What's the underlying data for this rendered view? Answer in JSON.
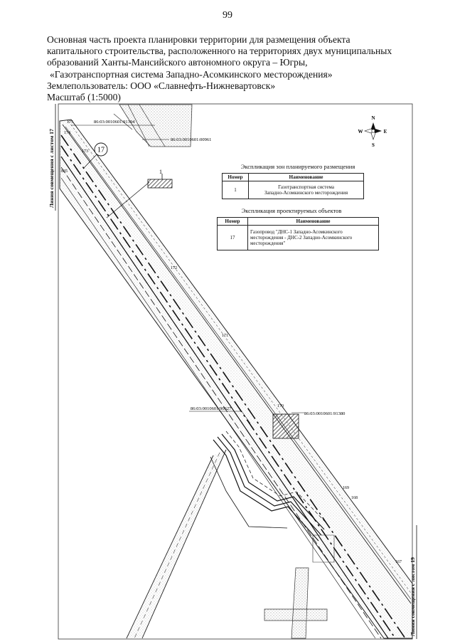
{
  "page_number": "99",
  "heading": {
    "line1": "Основная часть проекта планировки территории для размещения объекта",
    "line2": "капитального строительства, расположенного на территориях двух муниципальных",
    "line3": "образований Ханты-Мансийского автономного округа – Югры,",
    "line4": "«Газотранспортная система Западно-Асомкинского месторождения»",
    "land_user": "Землепользователь: ООО «Славнефть-Нижневартовск»",
    "scale": "Масштаб (1:5000)"
  },
  "compass": {
    "n": "N",
    "s": "S",
    "w": "W",
    "e": "E"
  },
  "zones_table": {
    "caption": "Экспликация зон планируемого размещения",
    "col_number": "Номер",
    "col_name": "Наименование",
    "rows": [
      {
        "number": "1",
        "name_line1": "Газотранспортная система",
        "name_line2": "Западно-Асомкинского месторождения"
      }
    ]
  },
  "objects_table": {
    "caption": "Экспликация проектируемых объектов",
    "col_number": "Номер",
    "col_name": "Наименование",
    "rows": [
      {
        "number": "17",
        "name_line1": "Газопровод \"ДНС-1 Западно-Асомкинского",
        "name_line2": "месторождения - ДНС-2 Западно-Асомкинского",
        "name_line3": "месторождения\""
      }
    ]
  },
  "side_labels": {
    "left": "Линия совмещения с листом 17",
    "right": "Линия совмещения с листом 19"
  },
  "cadastral_numbers": {
    "c1": "86:03:0010601:91394",
    "c2": "86:03:0010601:00961",
    "c3": "86:03:0010601:90627",
    "c4": "86:03:0010601:91380"
  },
  "object_callout": "17",
  "zone_marker": "1",
  "point_labels": {
    "p175": "175",
    "p174": "174",
    "p173": "173",
    "p835": "835",
    "p172": "172",
    "p171": "171",
    "p170": "170",
    "p169": "169",
    "p168": "168",
    "p167": "167"
  }
}
